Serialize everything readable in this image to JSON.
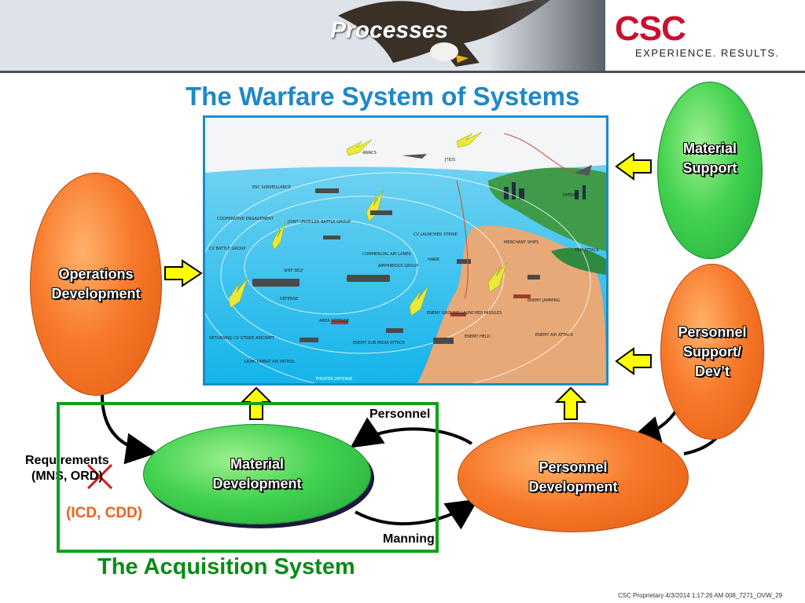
{
  "header": {
    "title": "Processes",
    "logo_text": "CSC",
    "logo_tagline": "EXPERIENCE. RESULTS."
  },
  "main_title": "The Warfare System of Systems",
  "ovals": {
    "operations": "Operations\nDevelopment",
    "material_support": "Material\nSupport",
    "personnel_support": "Personnel\nSupport/\nDev’t",
    "material_dev": "Material\nDevelopment",
    "personnel_dev": "Personnel\nDevelopment"
  },
  "flow_labels": {
    "personnel": "Personnel",
    "manning": "Manning",
    "requirements": "Requirements\n(MNS, ORD)",
    "icd_cdd": "(ICD, CDD)"
  },
  "scene_labels": [
    "AWACS",
    "JTIDS",
    "ESC SURVEILLANCE",
    "COOPERATIVE ENGAGEMENT",
    "JOINT UNVEILED BATTLE GROUP",
    "CV BATTLE GROUP",
    "COMMERCIAL AIR LANES",
    "CV LAUNCHED STRIKE",
    "AMPHIBIOUS GROUP",
    "HAWK",
    "MERCHANT SHIPS",
    "PATRIOT",
    "TBM ATTACK",
    "SHIP SELF",
    "DEFENSE",
    "AREA DEFENSE",
    "RETURNING CV STRIKE AIRCRAFT",
    "ENEMY SUB MSDA ATTACK",
    "ENEMY GROUND LAUNCHED MISSILES",
    "ENEMY JAMMING",
    "ENEMY AIR ATTACK",
    "ENEMY HELO",
    "LR/MCOMBAT AIR PATROL",
    "THEATER DEFENSE"
  ],
  "acquisition_title": "The Acquisition System",
  "footer": "CSC Proprietary 4/3/2014 1:17:26 AM 008_7271_OVW_29",
  "colors": {
    "title_blue": "#1f88c8",
    "acquisition_green": "#0aa319",
    "icd_orange": "#e8641a",
    "logo_red": "#c8102e",
    "arrow_yellow": "#ffff00"
  }
}
